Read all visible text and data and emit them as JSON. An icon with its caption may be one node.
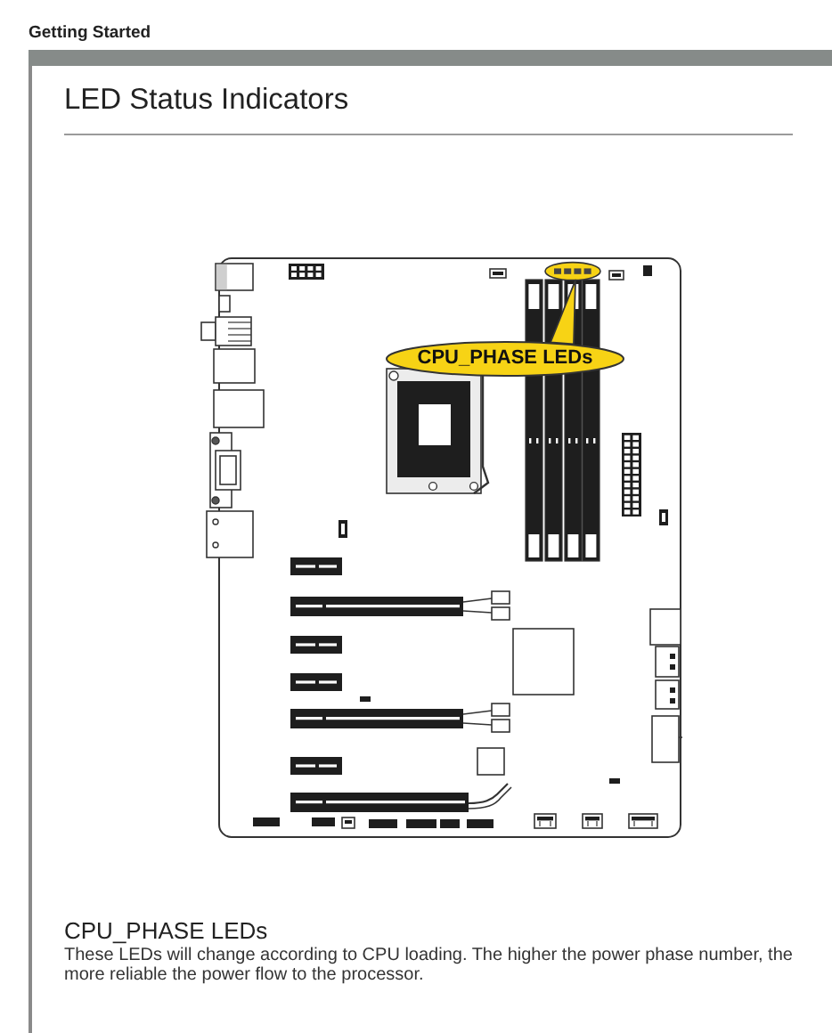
{
  "diagram": {
    "title": "LED Status Indicators",
    "nodes": [
      {
        "text": [
          "CPU_PHASE LEDs"
        ]
      },
      {
        "text": [],
        "shape": "box"
      }
    ],
    "edges": [
      {
        "from": 0,
        "to": 1,
        "arrow": "none"
      }
    ],
    "labels": [
      "Getting Started",
      "CPU_PHASE LEDs",
      "These LEDs will change according to CPU loading. The higher the power phase number, the more reliable the power flow to the processor."
    ]
  }
}
